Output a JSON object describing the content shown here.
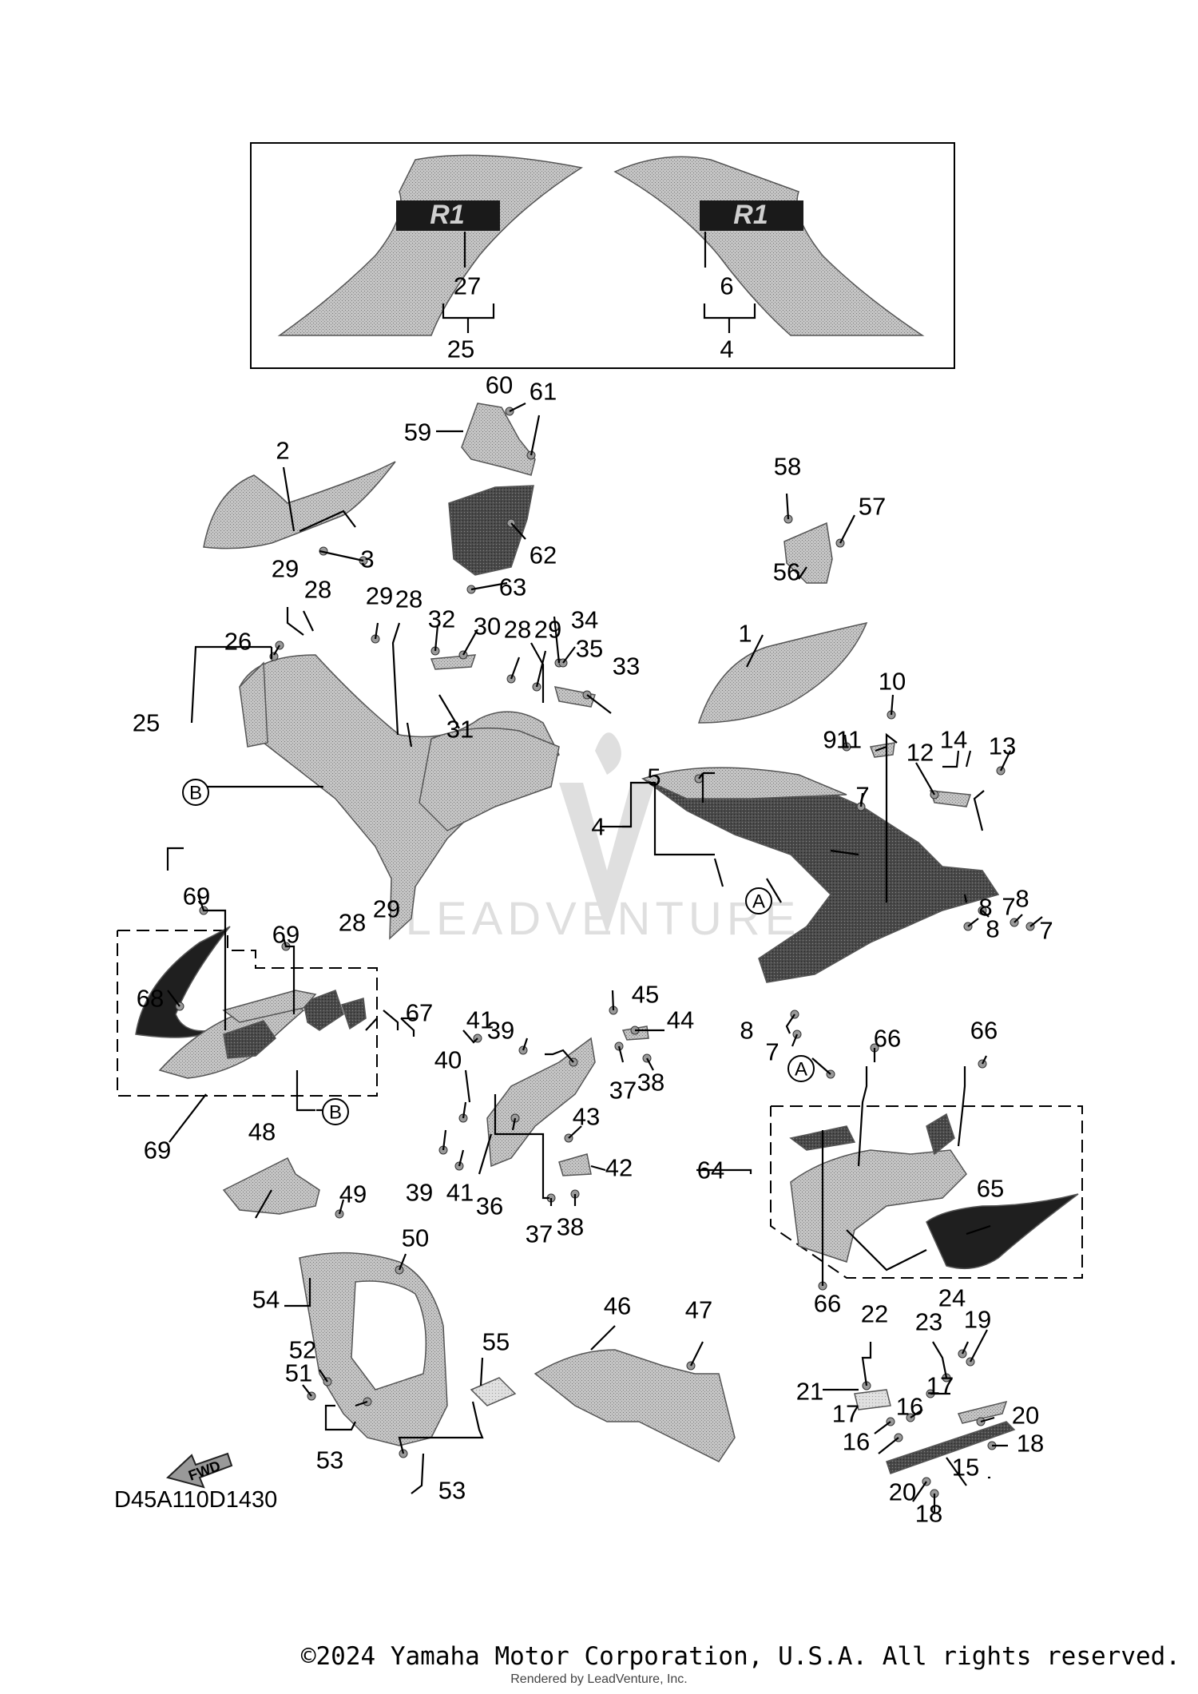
{
  "diagram": {
    "code": "D45A110D1430",
    "fwd_label": "FWD",
    "watermark": "LEADVENTURE",
    "decal_text": "R1",
    "callouts": {
      "A": "A",
      "B": "B"
    }
  },
  "part_labels": [
    "1",
    "2",
    "3",
    "4",
    "5",
    "6",
    "7",
    "8",
    "9",
    "10",
    "11",
    "12",
    "13",
    "14",
    "15",
    "16",
    "17",
    "18",
    "19",
    "20",
    "21",
    "22",
    "23",
    "24",
    "25",
    "26",
    "27",
    "28",
    "29",
    "30",
    "31",
    "32",
    "33",
    "34",
    "35",
    "36",
    "37",
    "38",
    "39",
    "40",
    "41",
    "42",
    "43",
    "44",
    "45",
    "46",
    "47",
    "48",
    "49",
    "50",
    "51",
    "52",
    "53",
    "54",
    "55",
    "56",
    "57",
    "58",
    "59",
    "60",
    "61",
    "62",
    "63",
    "64",
    "65",
    "66",
    "67",
    "68",
    "69"
  ],
  "colors": {
    "panel_gray": "#a9a9a9",
    "dark_panel": "#3c3c3c",
    "line": "#000000",
    "background": "#ffffff"
  },
  "footer": {
    "copyright": "©2024 Yamaha Motor Corporation, U.S.A. All rights reserved.",
    "rendered_by": "Rendered by LeadVenture, Inc."
  }
}
